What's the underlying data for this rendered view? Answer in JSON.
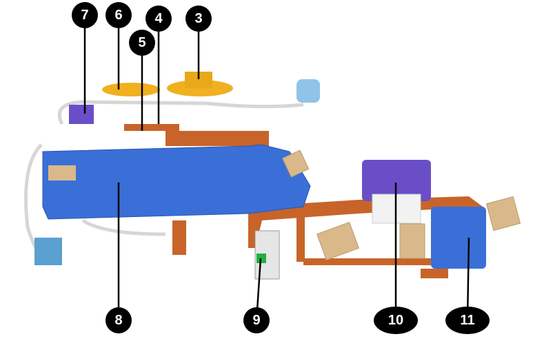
{
  "diagram": {
    "callouts": [
      {
        "id": "7",
        "label": "7"
      },
      {
        "id": "6",
        "label": "6"
      },
      {
        "id": "4",
        "label": "4"
      },
      {
        "id": "5",
        "label": "5"
      },
      {
        "id": "3",
        "label": "3"
      },
      {
        "id": "8",
        "label": "8"
      },
      {
        "id": "9",
        "label": "9"
      },
      {
        "id": "10",
        "label": "10"
      },
      {
        "id": "11",
        "label": "11"
      }
    ],
    "colors": {
      "housing": "#3a6fd8",
      "copper": "#c8642a",
      "yellow": "#f0b020",
      "purple": "#6a4ec8",
      "tan": "#d9b98a",
      "wire": "#d8d8d8"
    }
  }
}
